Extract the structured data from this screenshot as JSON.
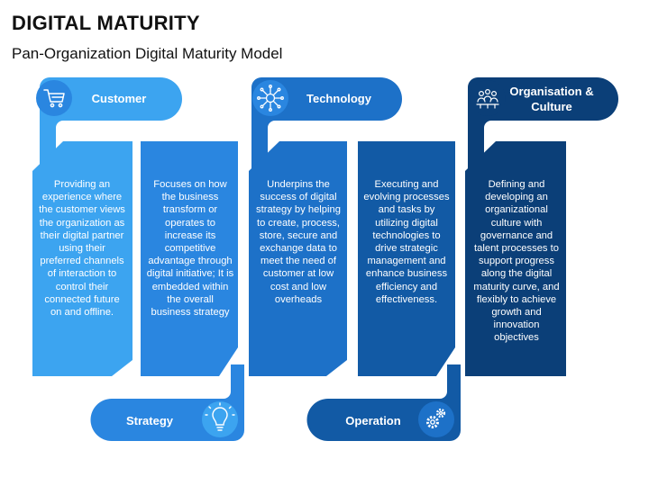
{
  "title": "DIGITAL MATURITY",
  "subtitle": "Pan-Organization Digital Maturity Model",
  "colors": {
    "customer": "#3ca4f0",
    "strategy": "#2a86e0",
    "technology": "#1d71c8",
    "operation": "#125aa5",
    "culture": "#0b3f78"
  },
  "pillars": [
    {
      "label": "Customer",
      "icon": "shopping-cart-icon",
      "text": "Providing an experience where the customer views the organization as their digital partner using their preferred channels of interaction to control their connected future on and offline."
    },
    {
      "label": "Strategy",
      "icon": "lightbulb-icon",
      "text": "Focuses on how the business transform or operates to increase its competitive advantage through digital initiative; It is embedded within the overall business strategy"
    },
    {
      "label": "Technology",
      "icon": "circuit-chip-icon",
      "text": "Underpins the success of digital strategy by helping to create, process, store, secure and exchange data to meet the need of customer at low cost and low overheads"
    },
    {
      "label": "Operation",
      "icon": "gears-icon",
      "text": "Executing and evolving processes and tasks by utilizing digital technologies to drive strategic management and enhance business efficiency and effectiveness."
    },
    {
      "label": "Organisation & Culture",
      "icon": "people-group-icon",
      "text": "Defining and developing an organizational culture with governance and talent processes to support progress along the digital maturity curve, and flexibly to achieve growth and innovation objectives"
    }
  ]
}
